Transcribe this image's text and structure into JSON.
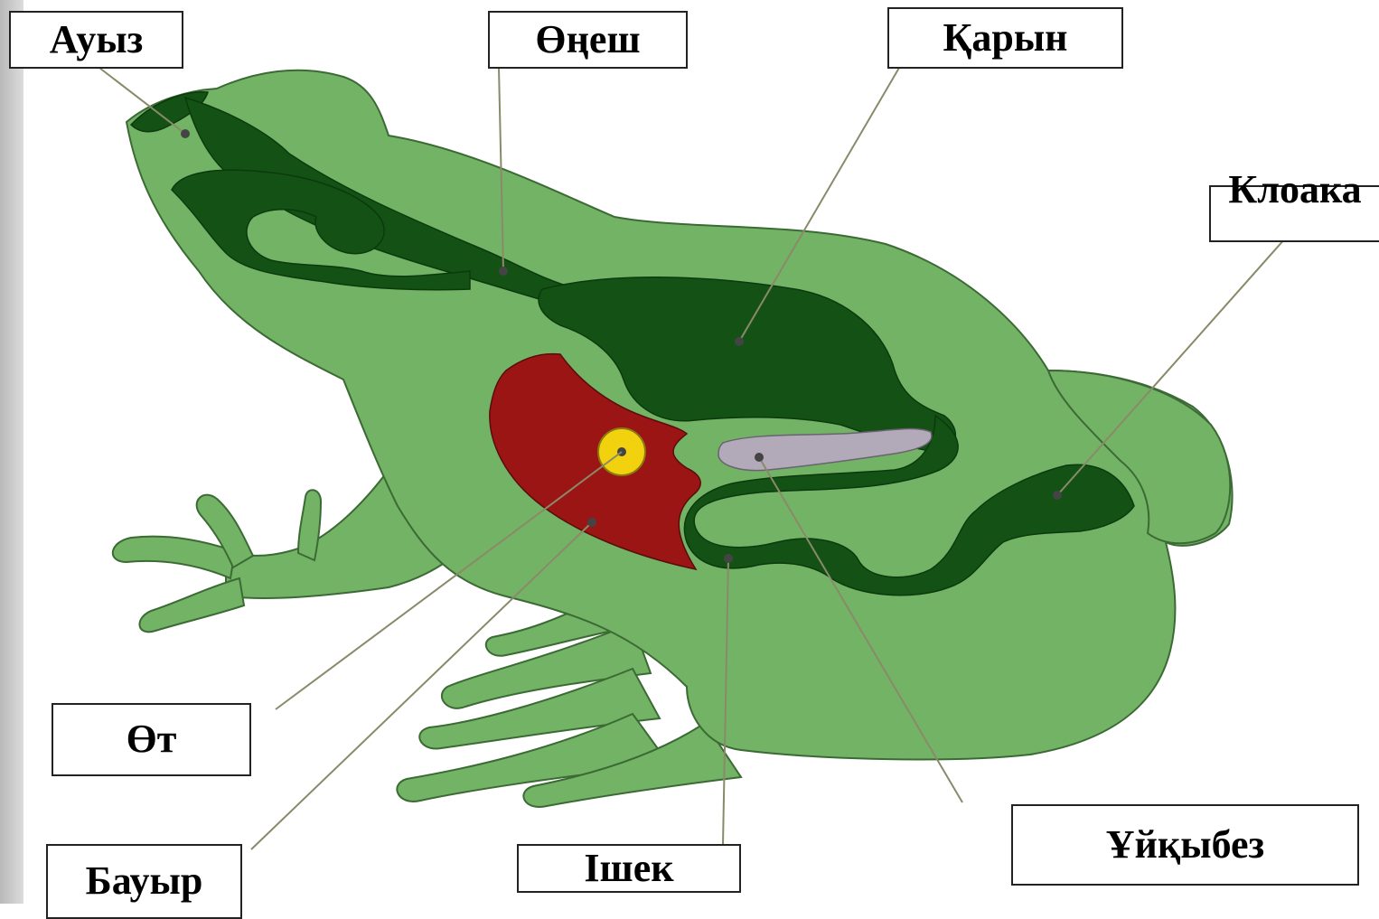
{
  "diagram": {
    "colors": {
      "body": "#73b365",
      "organs": "#135214",
      "liver": "#9c1515",
      "gallbladder": "#f2d20e",
      "pancreas": "#b2a9b9",
      "leader": "#8a8a6a"
    },
    "labels": {
      "mouth": "Ауыз",
      "esophagus": "Өңеш",
      "stomach": "Қарын",
      "cloaca": "Клоака",
      "gallbladder": "Өт",
      "liver": "Бауыр",
      "intestine": "Ішек",
      "pancreas": "Ұйқыбез"
    }
  }
}
